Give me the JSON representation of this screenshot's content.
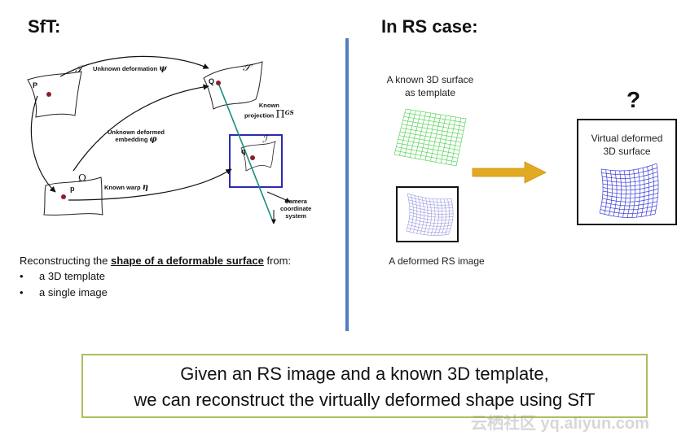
{
  "left": {
    "title": "SfT:",
    "diagram": {
      "label_P": "P",
      "label_Q": "Q",
      "label_p": "p",
      "label_q": "q",
      "sym_T": "𝒯",
      "sym_S": "𝒮",
      "sym_I": "ℐ",
      "sym_Omega": "Ω",
      "unknown_deformation": "Unknown deformation",
      "psi": "ψ",
      "unknown_embedding_line1": "Unknown deformed",
      "unknown_embedding_line2": "embedding",
      "phi": "φ",
      "known_warp": "Known warp",
      "eta": "η",
      "known_projection_line1": "Known",
      "known_projection_line2": "projection",
      "pi": "Π",
      "pi_sup": "GS",
      "camera_line1": "Camera",
      "camera_line2": "coordinate",
      "camera_line3": "system"
    },
    "desc_prefix": "Reconstructing the ",
    "desc_emph": "shape of a deformable surface",
    "desc_suffix": " from:",
    "bullets": [
      "a 3D template",
      "a single image"
    ]
  },
  "right": {
    "title": "In RS case:",
    "template_caption_line1": "A known 3D surface",
    "template_caption_line2": "as template",
    "rs_caption": "A deformed RS image",
    "question": "?",
    "virtual_line1": "Virtual deformed",
    "virtual_line2": "3D surface"
  },
  "conclusion": {
    "line1": "Given an RS image and a known 3D template,",
    "line2": "we can reconstruct the virtually deformed shape using SfT"
  },
  "watermark": "云栖社区 yq.aliyun.com",
  "colors": {
    "divider": "#4f7fbf",
    "arrow": "#e2aa22",
    "green_mesh": "#5bd45b",
    "blue_mesh": "#3b3bd8",
    "image_frame": "#2b2bb0",
    "ray": "#1b8e7e",
    "point": "#8b1f2a",
    "conclusion_border": "#a7c05a"
  }
}
